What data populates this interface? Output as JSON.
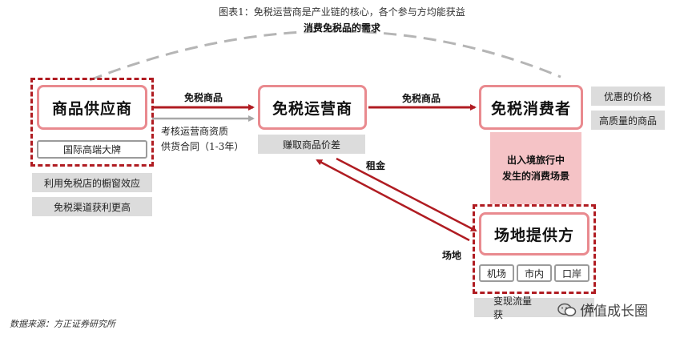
{
  "title": "图表1：免税运营商是产业链的核心，各个参与方均能获益",
  "arc_label": "消费免税品的需求",
  "nodes": {
    "supplier": "商品供应商",
    "operator": "免税运营商",
    "consumer": "免税消费者",
    "venue": "场地提供方"
  },
  "supplier_tag": "国际高端大牌",
  "supplier_benefits": [
    "利用免税店的橱窗效应",
    "免税渠道获利更高"
  ],
  "operator_benefit": "赚取商品价差",
  "consumer_benefits": [
    "优惠的价格",
    "高质量的商品"
  ],
  "arrows": {
    "supplier_to_operator": "免税商品",
    "operator_to_consumer": "免税商品",
    "rent": "租金",
    "venue": "场地"
  },
  "contract_lines": [
    "考核运营商资质",
    "供货合同（1-3年）"
  ],
  "scene_lines": [
    "出入境旅行中",
    "发生的消费场景"
  ],
  "venue_types": [
    "机场",
    "市内",
    "口岸"
  ],
  "venue_benefit": "变现流量获",
  "venue_benefit_tail": "益",
  "source": "数据来源：方正证券研究所",
  "watermark": "价值成长圈",
  "colors": {
    "dark_red": "#b01c22",
    "pink_border": "#e98a8f",
    "pink_band": "#f5c3c6",
    "gray_box": "#dcdcdc",
    "gray_arc": "#b5b5b5"
  }
}
